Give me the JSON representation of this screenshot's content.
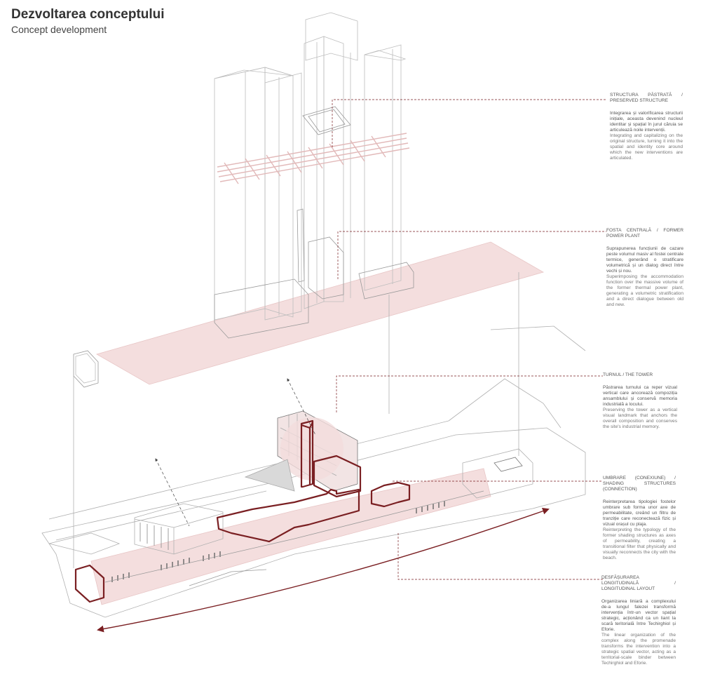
{
  "header": {
    "title": "Dezvoltarea conceptului",
    "subtitle": "Concept development"
  },
  "colors": {
    "accent": "#7a1f22",
    "zone": "#f1d8d8",
    "line": "#b9b9b9"
  },
  "annotations": [
    {
      "id": "preserved-structure",
      "heading": "STRUCTURA PĂSTRATĂ / PRESERVED STRUCTURE",
      "text_ro": "Integrarea și valorificarea structurii inițiale, aceasta devenind nucleul identitar și spațial în jurul căruia se articulează noile intervenții.",
      "text_en": "Integrating and capitalizing on the original structure, turning it into the spatial and identity core around which the new interventions are articulated."
    },
    {
      "id": "power-plant",
      "heading": "FOSTA CENTRALĂ / FORMER POWER PLANT",
      "text_ro": "Suprapunerea funcțiunii de cazare peste volumul masiv al fostei centrale termice, generând o stratificare volumetrică și un dialog direct între vechi și nou.",
      "text_en": "Superimposing the accommodation function over the massive volume of the former thermal power plant, generating a volumetric stratification and a direct dialogue between old and new."
    },
    {
      "id": "tower",
      "heading": "TURNUL / THE TOWER",
      "text_ro": "Păstrarea turnului ca reper vizual vertical care ancorează compoziția ansamblului și conservă memoria industrială a locului.",
      "text_en": "Preserving the tower as a vertical visual landmark that anchors the overall composition and conserves the site's industrial memory."
    },
    {
      "id": "shading",
      "heading": "UMBRARE (CONEXIUNE) / SHADING STRUCTURES (CONNECTION)",
      "text_ro": "Reinterpretarea tipologiei fostelor umbrare sub forma unor axe de permeabilitate, creând un filtru de tranziție care reconectează fizic și vizual orașul cu plaja.",
      "text_en": "Reinterpreting the typology of the former shading structures as axes of permeability, creating a transitional filter that physically and visually reconnects the city with the beach."
    },
    {
      "id": "longitudinal",
      "heading": "DESFĂȘURAREA LONGITUDINALĂ / LONGITUDINAL LAYOUT",
      "text_ro": "Organizarea liniară a complexului de-a lungul falezei transformă intervenția într-un vector spațial strategic, acționând ca un liant la scară teritorială între Techirghiol și Eforie.",
      "text_en": "The linear organization of the complex along the promenade transforms the intervention into a strategic spatial vector, acting as a territorial-scale binder between Techirghiol and Eforie."
    }
  ]
}
